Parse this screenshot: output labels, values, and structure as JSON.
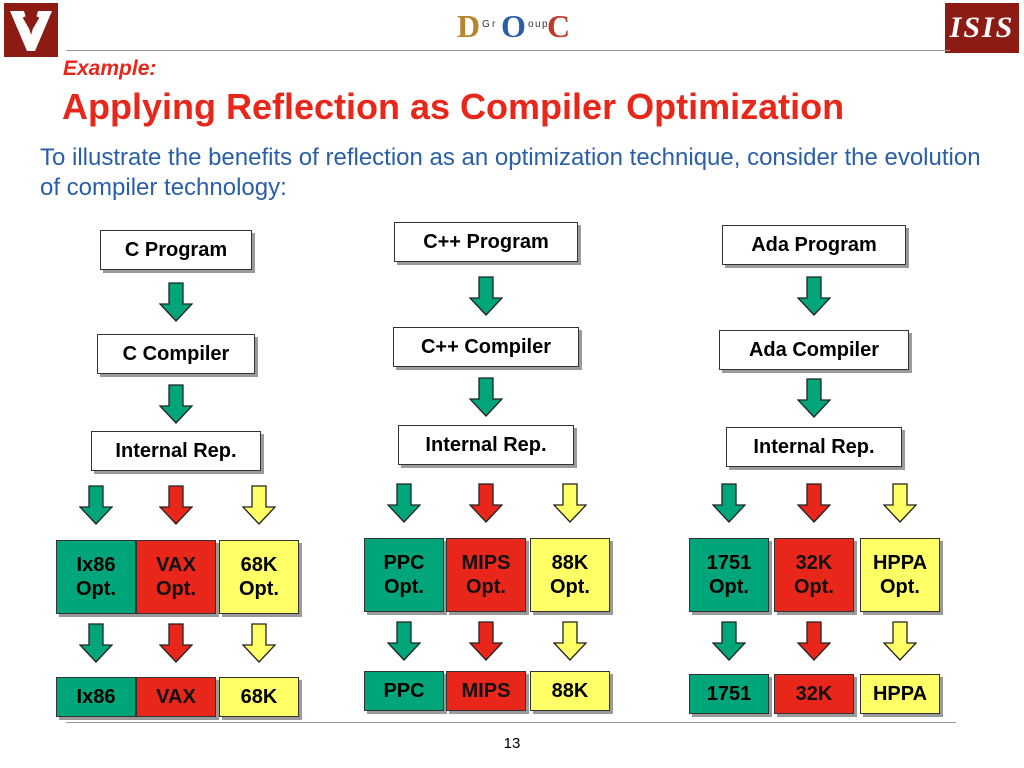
{
  "header": {
    "logo_doc": {
      "letters": [
        "D",
        "O",
        "C"
      ],
      "group_letters": [
        "G",
        "r",
        "o",
        "u",
        "p"
      ],
      "colors": [
        "#b7862a",
        "#2a5fa8",
        "#c03a2b"
      ]
    },
    "logo_right_text": "ISIS"
  },
  "slide": {
    "example_label": "Example:",
    "title": "Applying Reflection as Compiler Optimization",
    "intro": "To illustrate the benefits of reflection as an optimization technique, consider the evolution of compiler technology:",
    "page_number": "13"
  },
  "columns": [
    {
      "program": "C Program",
      "compiler": "C Compiler",
      "internal": "Internal Rep.",
      "opts": [
        {
          "label": "Ix86\nOpt.",
          "target": "Ix86",
          "color": "green"
        },
        {
          "label": "VAX\nOpt.",
          "target": "VAX",
          "color": "red"
        },
        {
          "label": "68K\nOpt.",
          "target": "68K",
          "color": "yellow"
        }
      ]
    },
    {
      "program": "C++ Program",
      "compiler": "C++ Compiler",
      "internal": "Internal Rep.",
      "opts": [
        {
          "label": "PPC\nOpt.",
          "target": "PPC",
          "color": "green"
        },
        {
          "label": "MIPS\nOpt.",
          "target": "MIPS",
          "color": "red"
        },
        {
          "label": "88K\nOpt.",
          "target": "88K",
          "color": "yellow"
        }
      ]
    },
    {
      "program": "Ada Program",
      "compiler": "Ada Compiler",
      "internal": "Internal Rep.",
      "opts": [
        {
          "label": "1751\nOpt.",
          "target": "1751",
          "color": "green"
        },
        {
          "label": "32K\nOpt.",
          "target": "32K",
          "color": "red"
        },
        {
          "label": "HPPA\nOpt.",
          "target": "HPPA",
          "color": "yellow"
        }
      ]
    }
  ],
  "colors": {
    "title": "#e8261a",
    "intro_text": "#2a5fa8",
    "green": "#00a67a",
    "red": "#e8261a",
    "yellow": "#ffff66",
    "logo_left_bg": "#8c1c13"
  }
}
